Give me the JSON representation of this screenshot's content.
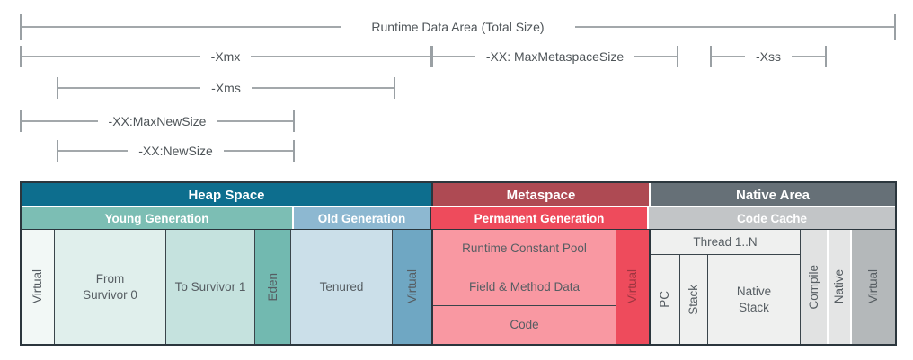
{
  "dims": {
    "runtime": "Runtime Data Area (Total Size)",
    "xmx": "-Xmx",
    "maxmetaspace": "-XX: MaxMetaspaceSize",
    "xss": "-Xss",
    "xms": "-Xms",
    "maxnewsize": "-XX:MaxNewSize",
    "newsize": "-XX:NewSize"
  },
  "table": {
    "heap": {
      "title": "Heap Space",
      "young": {
        "title": "Young Generation",
        "virtual": "Virtual",
        "from_survivor": "From Survivor 0",
        "to_survivor": "To Survivor 1",
        "eden": "Eden"
      },
      "old": {
        "title": "Old Generation",
        "tenured": "Tenured",
        "virtual": "Virtual"
      }
    },
    "metaspace": {
      "title": "Metaspace",
      "permanent": {
        "title": "Permanent Generation"
      },
      "runtime_constant_pool": "Runtime Constant Pool",
      "field_method_data": "Field & Method Data",
      "code": "Code",
      "virtual": "Virtual"
    },
    "native": {
      "title": "Native Area",
      "code_cache": {
        "title": "Code Cache"
      },
      "thread": "Thread 1..N",
      "pc": "PC",
      "stack": "Stack",
      "native_stack": "Native Stack",
      "compile": "Compile",
      "native": "Native",
      "virtual": "Virtual"
    }
  },
  "colors": {
    "heap_header": "#0d6e8e",
    "young_generation": "#7cbeb4",
    "old_generation": "#8db8d1",
    "metaspace_header": "#ae4a53",
    "permanent_generation": "#ee4b5c",
    "native_area_header": "#667077",
    "code_cache": "#c2c5c7",
    "eden": "#72b9b0",
    "tenured": "#cbdfe9",
    "old_virtual": "#6fa7c3",
    "metaspace_cells": "#f998a2",
    "native_cells": "#eff0ef",
    "native_virtual": "#b4b8ba",
    "border_dark": "#2b363d",
    "dimension_line": "#a3a8ab",
    "dimension_text": "#4e5458"
  }
}
